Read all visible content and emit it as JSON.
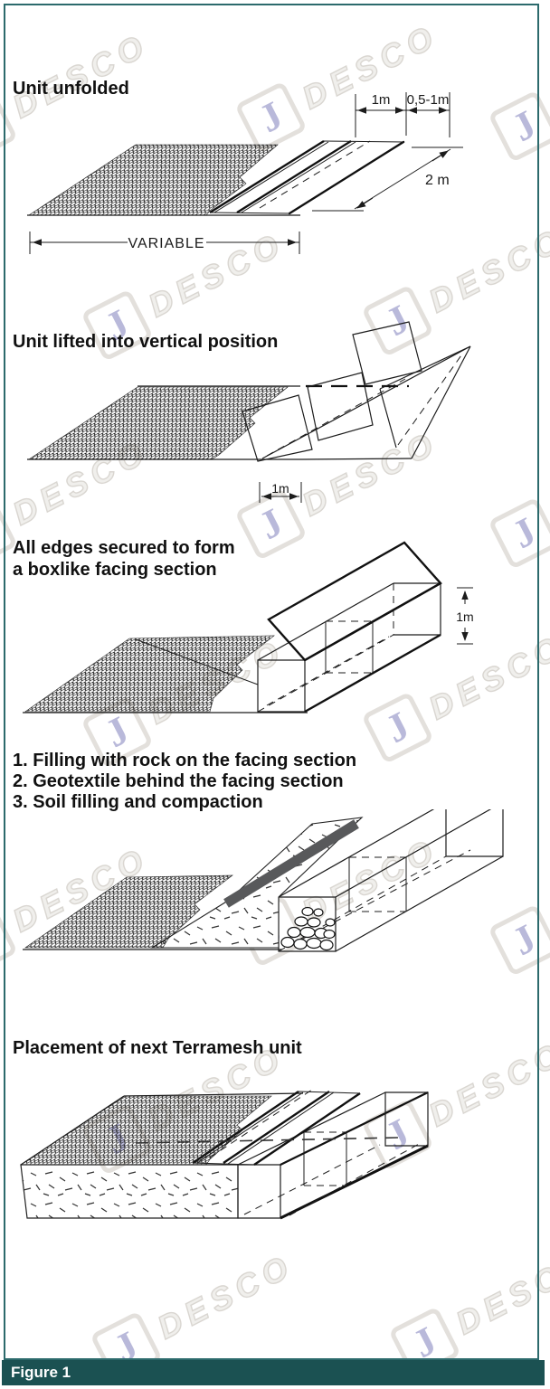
{
  "figure": {
    "label": "Figure 1"
  },
  "watermark": {
    "letter": "J",
    "text": "DESCO"
  },
  "colors": {
    "border": "#2c6a6c",
    "figure_bar": "#1b5152",
    "watermark_j": "#b9b9da",
    "geotextile": "#58595b"
  },
  "sections": {
    "unfolded": {
      "title": "Unit unfolded",
      "dim_fold1": "1m",
      "dim_fold2": "0,5-1m",
      "dim_width": "2 m",
      "dim_length": "VARIABLE"
    },
    "lifted": {
      "title": "Unit lifted into vertical position",
      "dim_base": "1m"
    },
    "secured": {
      "title_line1": "All edges secured to form",
      "title_line2": "a boxlike facing section",
      "dim_height": "1m"
    },
    "filling": {
      "step1": "1. Filling with rock on the facing section",
      "step2": "2. Geotextile behind the facing section",
      "step3": "3. Soil filling and compaction"
    },
    "placement": {
      "title": "Placement of next Terramesh unit"
    }
  }
}
